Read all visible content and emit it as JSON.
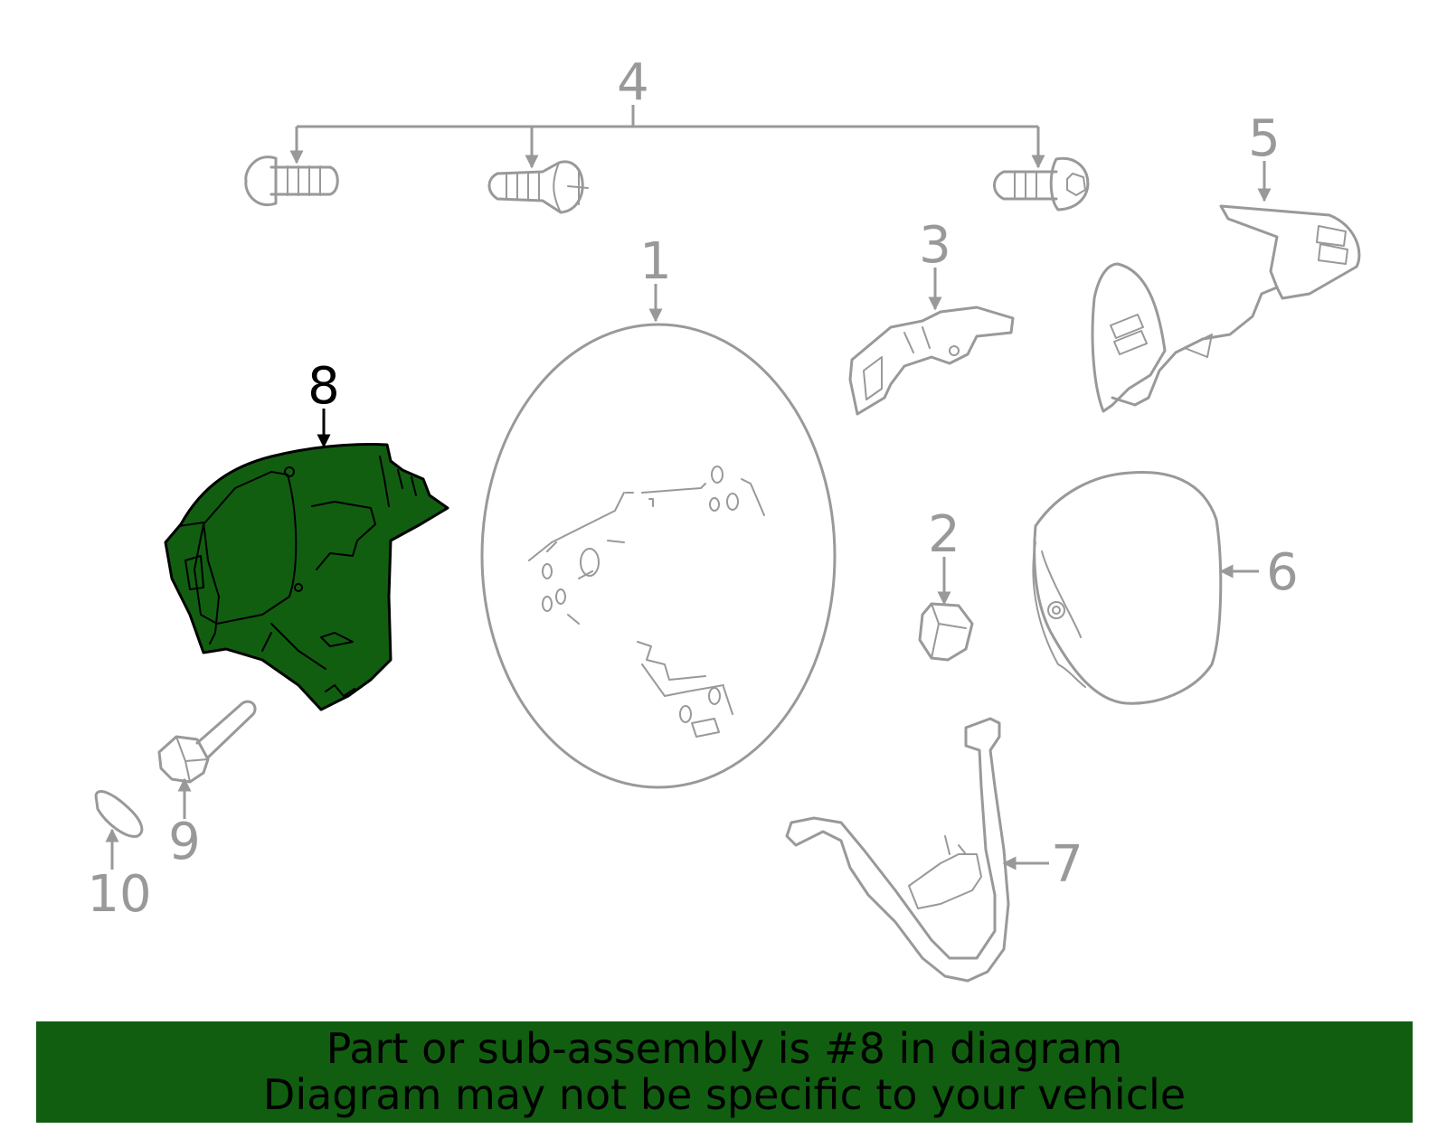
{
  "colors": {
    "highlight": "#115e11",
    "banner_background": "#115e11",
    "part_line": "#999999",
    "active_line": "#000000"
  },
  "callouts": {
    "c1": "1",
    "c2": "2",
    "c3": "3",
    "c4": "4",
    "c5": "5",
    "c6": "6",
    "c7": "7",
    "c8": "8",
    "c9": "9",
    "c10": "10"
  },
  "highlighted_part": "8",
  "banner": {
    "line1": "Part or sub-assembly is #8 in diagram",
    "line2": "Diagram may not be specific to your vehicle"
  }
}
